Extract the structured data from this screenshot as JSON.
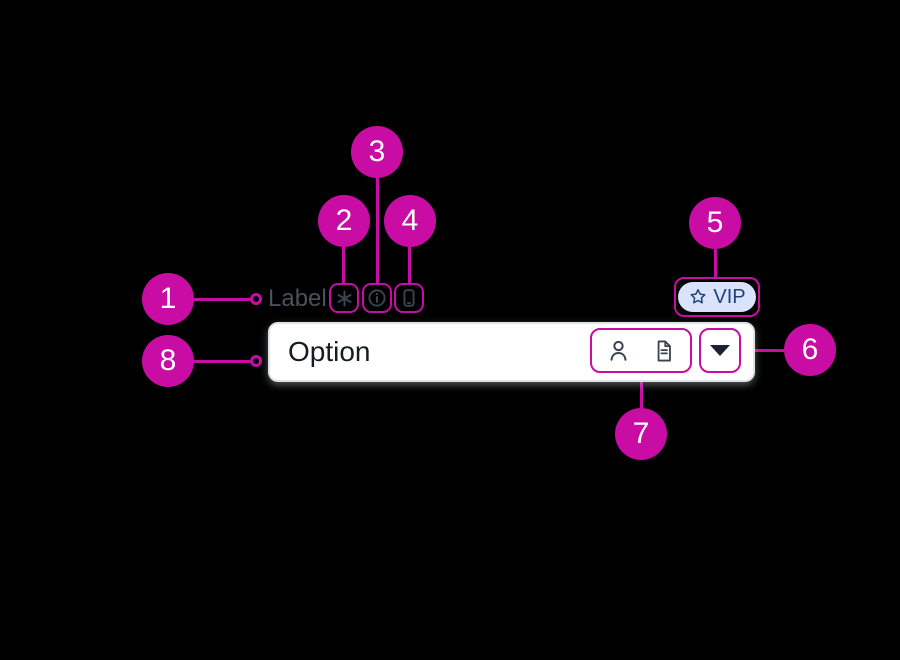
{
  "diagram": {
    "description": "Select component anatomy diagram with numbered callouts",
    "background": "#000000"
  },
  "colors": {
    "accent_magenta": "#C90DA4",
    "callout_number": "#FFFFFF",
    "icon_stroke": "#3A444E",
    "label_text": "#49525C",
    "value_text": "#161C23",
    "field_background": "#FFFFFF",
    "field_border": "#DFE3E6",
    "badge_background": "#D9E3FB",
    "badge_text": "#24407A"
  },
  "callouts": [
    "1",
    "2",
    "3",
    "4",
    "5",
    "6",
    "7",
    "8"
  ],
  "label_row": {
    "label": "Label"
  },
  "badge": {
    "label": "VIP"
  },
  "field": {
    "value": "Option"
  },
  "icons": {
    "required": "asterisk-icon",
    "info": "info-icon",
    "device": "phone-icon",
    "badge": "star-icon",
    "user": "person-icon",
    "document": "document-icon",
    "dropdown": "caret-down-icon"
  }
}
